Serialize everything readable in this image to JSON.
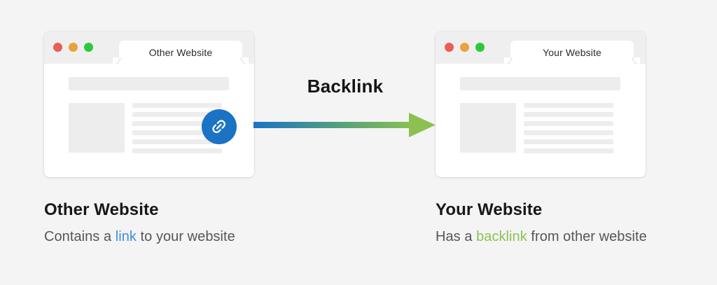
{
  "background_color": "#f4f4f4",
  "arrow": {
    "label": "Backlink",
    "gradient_start_color": "#1a73c4",
    "gradient_end_color": "#8cc152",
    "direction": "left-to-right"
  },
  "windows": [
    {
      "id": "other-website",
      "tab_title": "Other Website",
      "traffic_lights": [
        {
          "name": "close-dot",
          "color": "#ec5d56"
        },
        {
          "name": "minimize-dot",
          "color": "#e8a33d"
        },
        {
          "name": "maximize-dot",
          "color": "#2dc93b"
        }
      ],
      "skeleton": {
        "line_count": 6
      },
      "badge": {
        "icon": "link-icon",
        "color": "#1a73c4",
        "visible": true
      }
    },
    {
      "id": "your-website",
      "tab_title": "Your Website",
      "traffic_lights": [
        {
          "name": "close-dot",
          "color": "#ec5d56"
        },
        {
          "name": "minimize-dot",
          "color": "#e8a33d"
        },
        {
          "name": "maximize-dot",
          "color": "#2dc93b"
        }
      ],
      "skeleton": {
        "line_count": 6
      },
      "badge": {
        "icon": "link-icon",
        "color": "#1a73c4",
        "visible": false
      }
    }
  ],
  "captions": [
    {
      "id": "other-website-caption",
      "title": "Other Website",
      "text_before": "Contains a ",
      "highlight": "link",
      "highlight_color": "#3d8fe0",
      "text_after": " to your website"
    },
    {
      "id": "your-website-caption",
      "title": "Your Website",
      "text_before": "Has a ",
      "highlight": "backlink",
      "highlight_color": "#8cc152",
      "text_after": " from other website"
    }
  ]
}
